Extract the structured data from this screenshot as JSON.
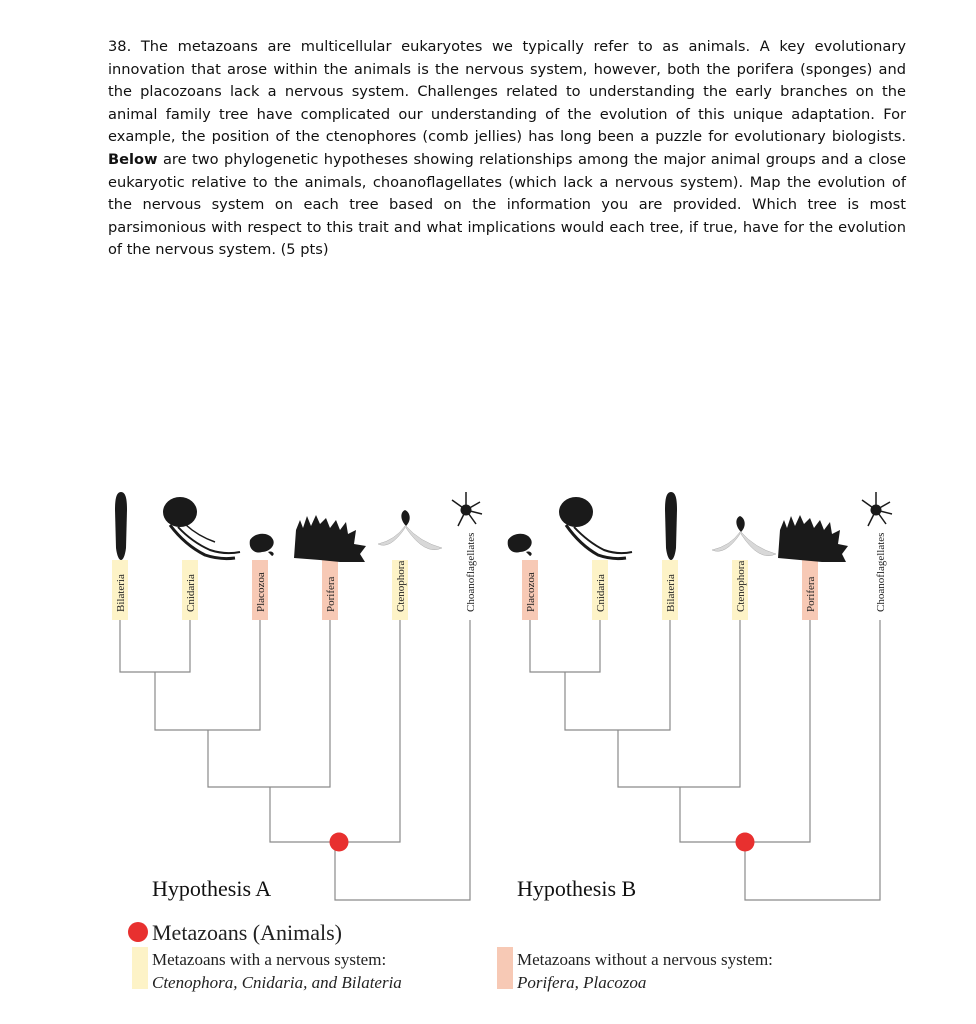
{
  "question": {
    "number": "38.",
    "text_before_bold": "The metazoans are multicellular eukaryotes we typically refer to as animals. A key evolutionary innovation that arose within the animals is the nervous system, however, both the porifera (sponges) and the placozoans lack a nervous system. Challenges related to understanding the early branches on the animal family tree have complicated our understanding of the evolution of this unique adaptation. For example, the position of the ctenophores (comb jellies) has long been a puzzle for evolutionary biologists.",
    "bold_word": "Below",
    "text_after_bold": "are two phylogenetic hypotheses showing relationships among the major animal groups and a close eukaryotic relative to the animals, choanoflagellates (which lack a nervous system). Map the evolution of the nervous system on each tree based on the information you are provided. Which tree is most parsimonious with respect to this trait and what implications would each tree, if true, have for the evolution of the nervous system. (5 pts)"
  },
  "hypothesis_a": {
    "title": "Hypothesis A",
    "taxa": [
      "Bilateria",
      "Cnidaria",
      "Placozoa",
      "Porifera",
      "Ctenophora",
      "Choanoflagellates"
    ]
  },
  "hypothesis_b": {
    "title": "Hypothesis B",
    "taxa": [
      "Placozoa",
      "Cnidaria",
      "Bilateria",
      "Ctenophora",
      "Porifera",
      "Choanoflagellates"
    ]
  },
  "legend": {
    "metazoans_label": "Metazoans (Animals)",
    "with_nervous_title": "Metazoans with a nervous system:",
    "with_nervous_taxa": "Ctenophora, Cnidaria, and Bilateria",
    "without_nervous_title": "Metazoans without a nervous system:",
    "without_nervous_taxa": "Porifera, Placozoa"
  },
  "colors": {
    "node_red": "#e8302f",
    "nervous_yellow": "#fdf3c7",
    "no_nervous_pink": "#f7c9b5",
    "branch_line": "#8a8a8a",
    "silhouette": "#1a1a1a"
  }
}
